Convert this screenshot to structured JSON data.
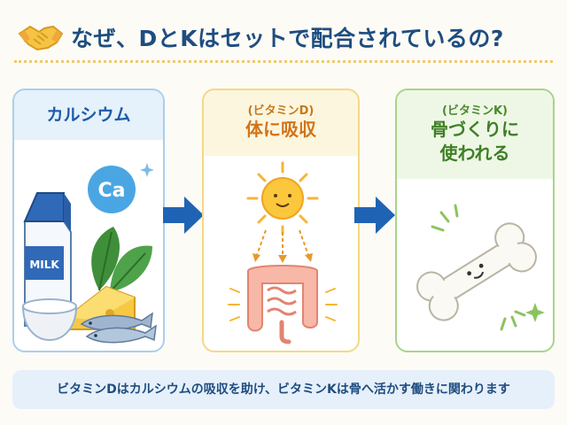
{
  "header": {
    "title": "なぜ、DとKはセットで配合されているの?",
    "icon": "handshake-icon"
  },
  "panels": [
    {
      "title": "カルシウム",
      "badge": "Ca",
      "milk_label": "MILK",
      "icons": [
        "milk-carton-icon",
        "spinach-icon",
        "cheese-icon",
        "yogurt-bowl-icon",
        "fish-icon"
      ]
    },
    {
      "subtitle": "(ビタミンD)",
      "title": "体に吸収",
      "icons": [
        "sun-icon",
        "intestine-icon"
      ]
    },
    {
      "subtitle": "(ビタミンK)",
      "title_line1": "骨づくりに",
      "title_line2": "使われる",
      "icons": [
        "bone-icon",
        "sparkle-icon"
      ]
    }
  ],
  "footer": {
    "text": "ビタミンDはカルシウムの吸収を助け、ビタミンKは骨へ活かす働きに関わります"
  },
  "colors": {
    "title": "#1e4d80",
    "arrow": "#1f63b5",
    "panel1_border": "#a9cfee",
    "panel2_border": "#f3d985",
    "panel3_border": "#a8d48a"
  }
}
